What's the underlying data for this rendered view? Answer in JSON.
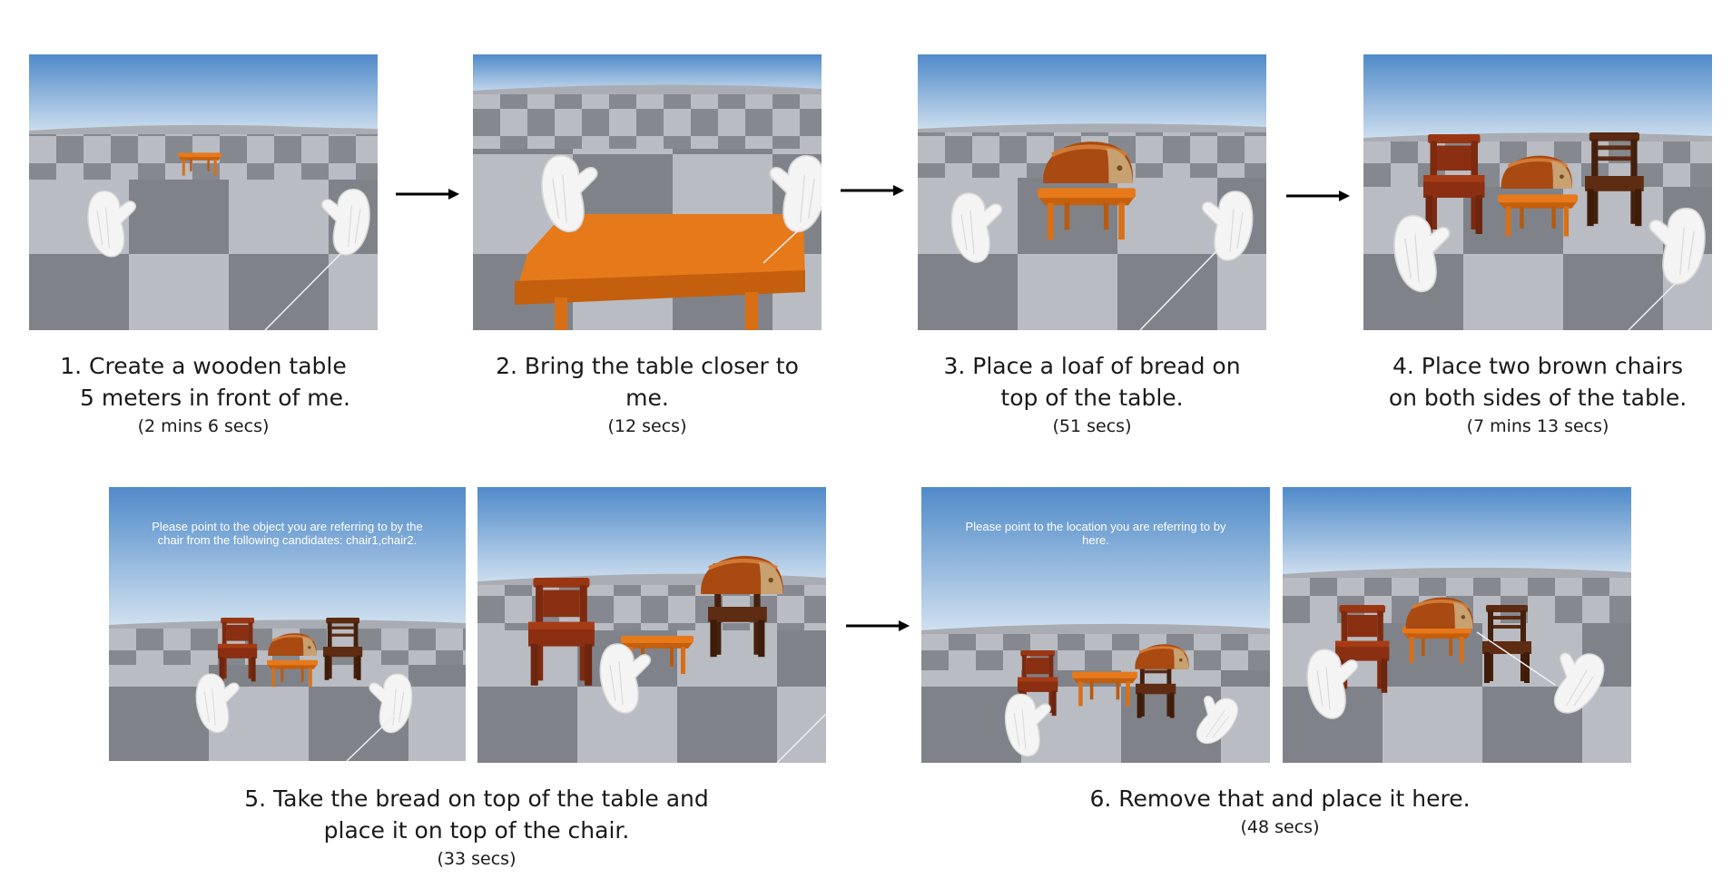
{
  "steps": [
    {
      "caption_line1": "1.  Create a wooden table",
      "caption_line2": "5 meters in front of me.",
      "duration": "(2 mins 6 secs)"
    },
    {
      "caption_line1": "2. Bring the table closer to",
      "caption_line2": "me.",
      "duration": "(12 secs)"
    },
    {
      "caption_line1": "3. Place a loaf of bread on",
      "caption_line2": "top of the table.",
      "duration": "(51 secs)"
    },
    {
      "caption_line1": "4. Place two brown chairs",
      "caption_line2": "on both sides of the table.",
      "duration": "(7 mins 13 secs)"
    },
    {
      "caption_line1": "5. Take the bread on top of the table and",
      "caption_line2": "place it on top of the chair.",
      "duration": "(33 secs)"
    },
    {
      "caption_line1": "6. Remove that and place it here.",
      "caption_line2": "",
      "duration": "(48 secs)"
    }
  ],
  "prompts": {
    "object": "Please point to the object you are referring to by the chair from the following candidates: chair1,chair2.",
    "location": "Please point to the location you are referring to by here."
  },
  "colors": {
    "sky_top": "#4f8ac9",
    "sky_bottom": "#cfe0f0",
    "floor_light": "#b9bcc2",
    "floor_dark": "#7f8389",
    "table": "#e6791a",
    "chair": "#8a2f12",
    "bread": "#a84a12",
    "hand": "#f4f4f4"
  }
}
